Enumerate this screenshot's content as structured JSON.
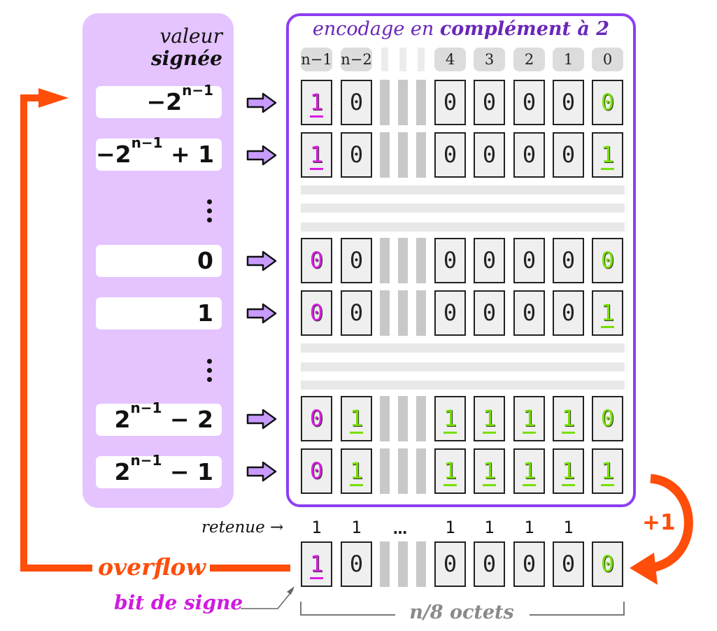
{
  "left": {
    "header_line1": "valeur",
    "header_line2": "signée",
    "values": {
      "min_base": "−2",
      "min_exp": "n−1",
      "min1_base": "−2",
      "min1_exp": "n−1",
      "min1_suffix": " + 1",
      "zero": "0",
      "one": "1",
      "max1_base": "2",
      "max1_exp": "n−1",
      "max1_suffix": " − 2",
      "max_base": "2",
      "max_exp": "n−1",
      "max_suffix": " − 1"
    }
  },
  "right": {
    "title_part1": "encodage en ",
    "title_part2": "complément à 2",
    "indices": [
      "n−1",
      "n−2",
      "4",
      "3",
      "2",
      "1",
      "0"
    ]
  },
  "rows": [
    [
      "1",
      "0",
      "0",
      "0",
      "0",
      "0",
      "0"
    ],
    [
      "1",
      "0",
      "0",
      "0",
      "0",
      "0",
      "1"
    ],
    [
      "0",
      "0",
      "0",
      "0",
      "0",
      "0",
      "0"
    ],
    [
      "0",
      "0",
      "0",
      "0",
      "0",
      "0",
      "1"
    ],
    [
      "0",
      "1",
      "1",
      "1",
      "1",
      "1",
      "0"
    ],
    [
      "0",
      "1",
      "1",
      "1",
      "1",
      "1",
      "1"
    ]
  ],
  "carry": {
    "label": "retenue →",
    "values": [
      "1",
      "1",
      "…",
      "1",
      "1",
      "1",
      "1"
    ]
  },
  "result": [
    "1",
    "0",
    "0",
    "0",
    "0",
    "0",
    "0"
  ],
  "labels": {
    "overflow": "overflow",
    "plus_one": "+1",
    "bit_de_signe": "bit de signe",
    "octets": "n/8 octets"
  },
  "colors": {
    "left_panel": "#e4c3ff",
    "right_border": "#8d3ef2",
    "title": "#6a26b8",
    "sign_bit": "#d81ce0",
    "one_bit": "#76e000",
    "overflow": "#ff4d0a"
  }
}
